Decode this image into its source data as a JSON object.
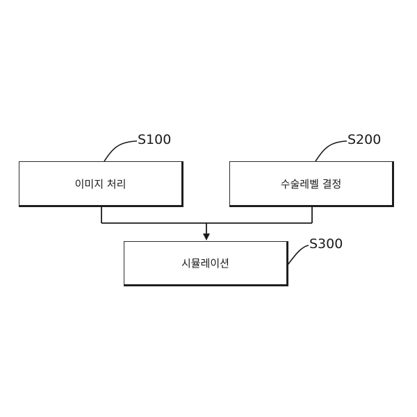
{
  "diagram": {
    "steps": [
      {
        "id": "S100",
        "ref": "S100",
        "label": "이미지 처리"
      },
      {
        "id": "S200",
        "ref": "S200",
        "label": "수술레벨 결정"
      },
      {
        "id": "S300",
        "ref": "S300",
        "label": "시뮬레이션"
      }
    ],
    "colors": {
      "line": "#1a1a1a",
      "box_border": "#2b2b2b",
      "box_shadow": "#1e1e1e",
      "text": "#1a1a1a",
      "background": "#ffffff"
    }
  }
}
